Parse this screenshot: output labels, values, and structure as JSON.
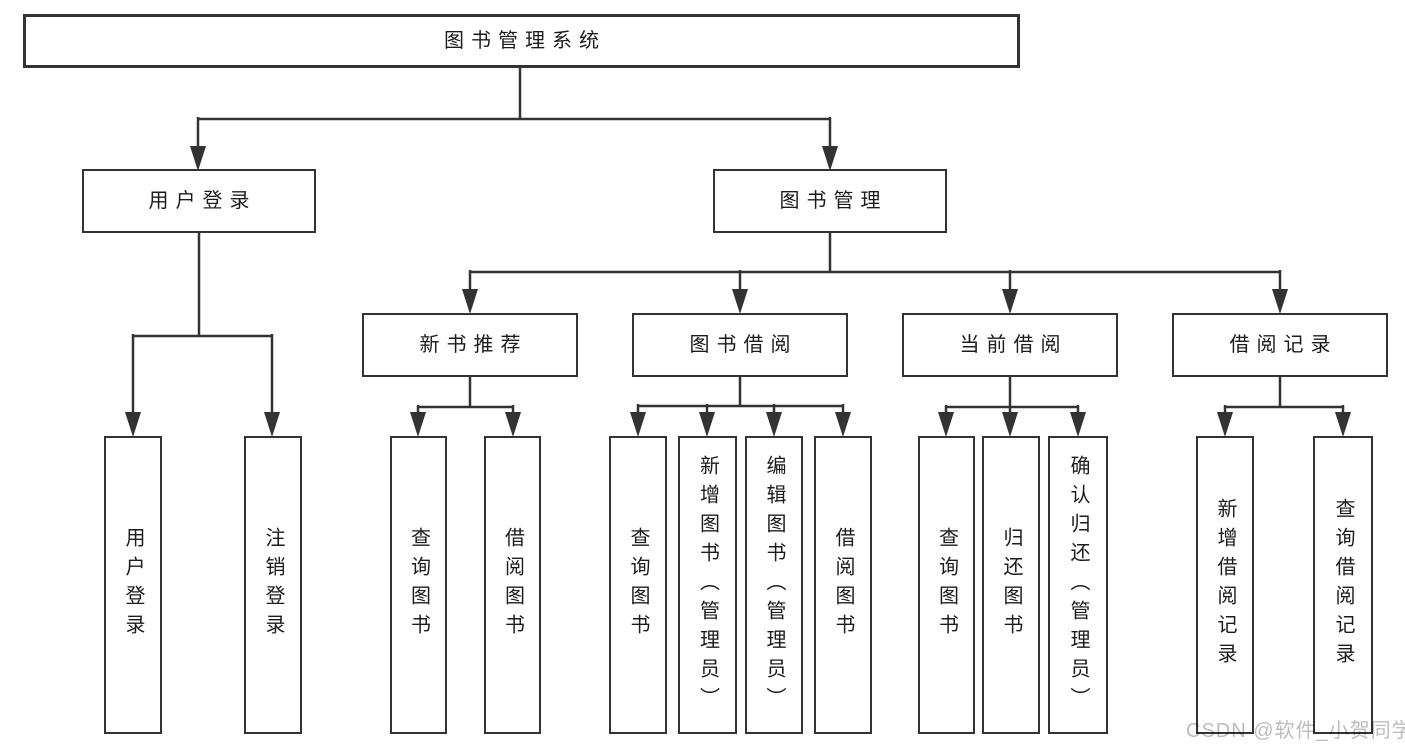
{
  "tree": {
    "root": {
      "label": "图书管理系统"
    },
    "branches": [
      {
        "label": "用户登录",
        "children": [
          {
            "label": "用户登录"
          },
          {
            "label": "注销登录"
          }
        ]
      },
      {
        "label": "图书管理",
        "children": [
          {
            "label": "新书推荐",
            "children": [
              {
                "label": "查询图书"
              },
              {
                "label": "借阅图书"
              }
            ]
          },
          {
            "label": "图书借阅",
            "children": [
              {
                "label": "查询图书"
              },
              {
                "label": "新增图书（管理员）"
              },
              {
                "label": "编辑图书（管理员）"
              },
              {
                "label": "借阅图书"
              }
            ]
          },
          {
            "label": "当前借阅",
            "children": [
              {
                "label": "查询图书"
              },
              {
                "label": "归还图书"
              },
              {
                "label": "确认归还（管理员）"
              }
            ]
          },
          {
            "label": "借阅记录",
            "children": [
              {
                "label": "新增借阅记录"
              },
              {
                "label": "查询借阅记录"
              }
            ]
          }
        ]
      }
    ]
  },
  "watermark": {
    "text": "CSDN @软件_小贺同学"
  },
  "colors": {
    "line": "#333333",
    "box_border": "#333333",
    "box_fill": "#ffffff",
    "text": "#1c1c1c",
    "watermark": "#bdbdbd",
    "background": "#ffffff"
  }
}
